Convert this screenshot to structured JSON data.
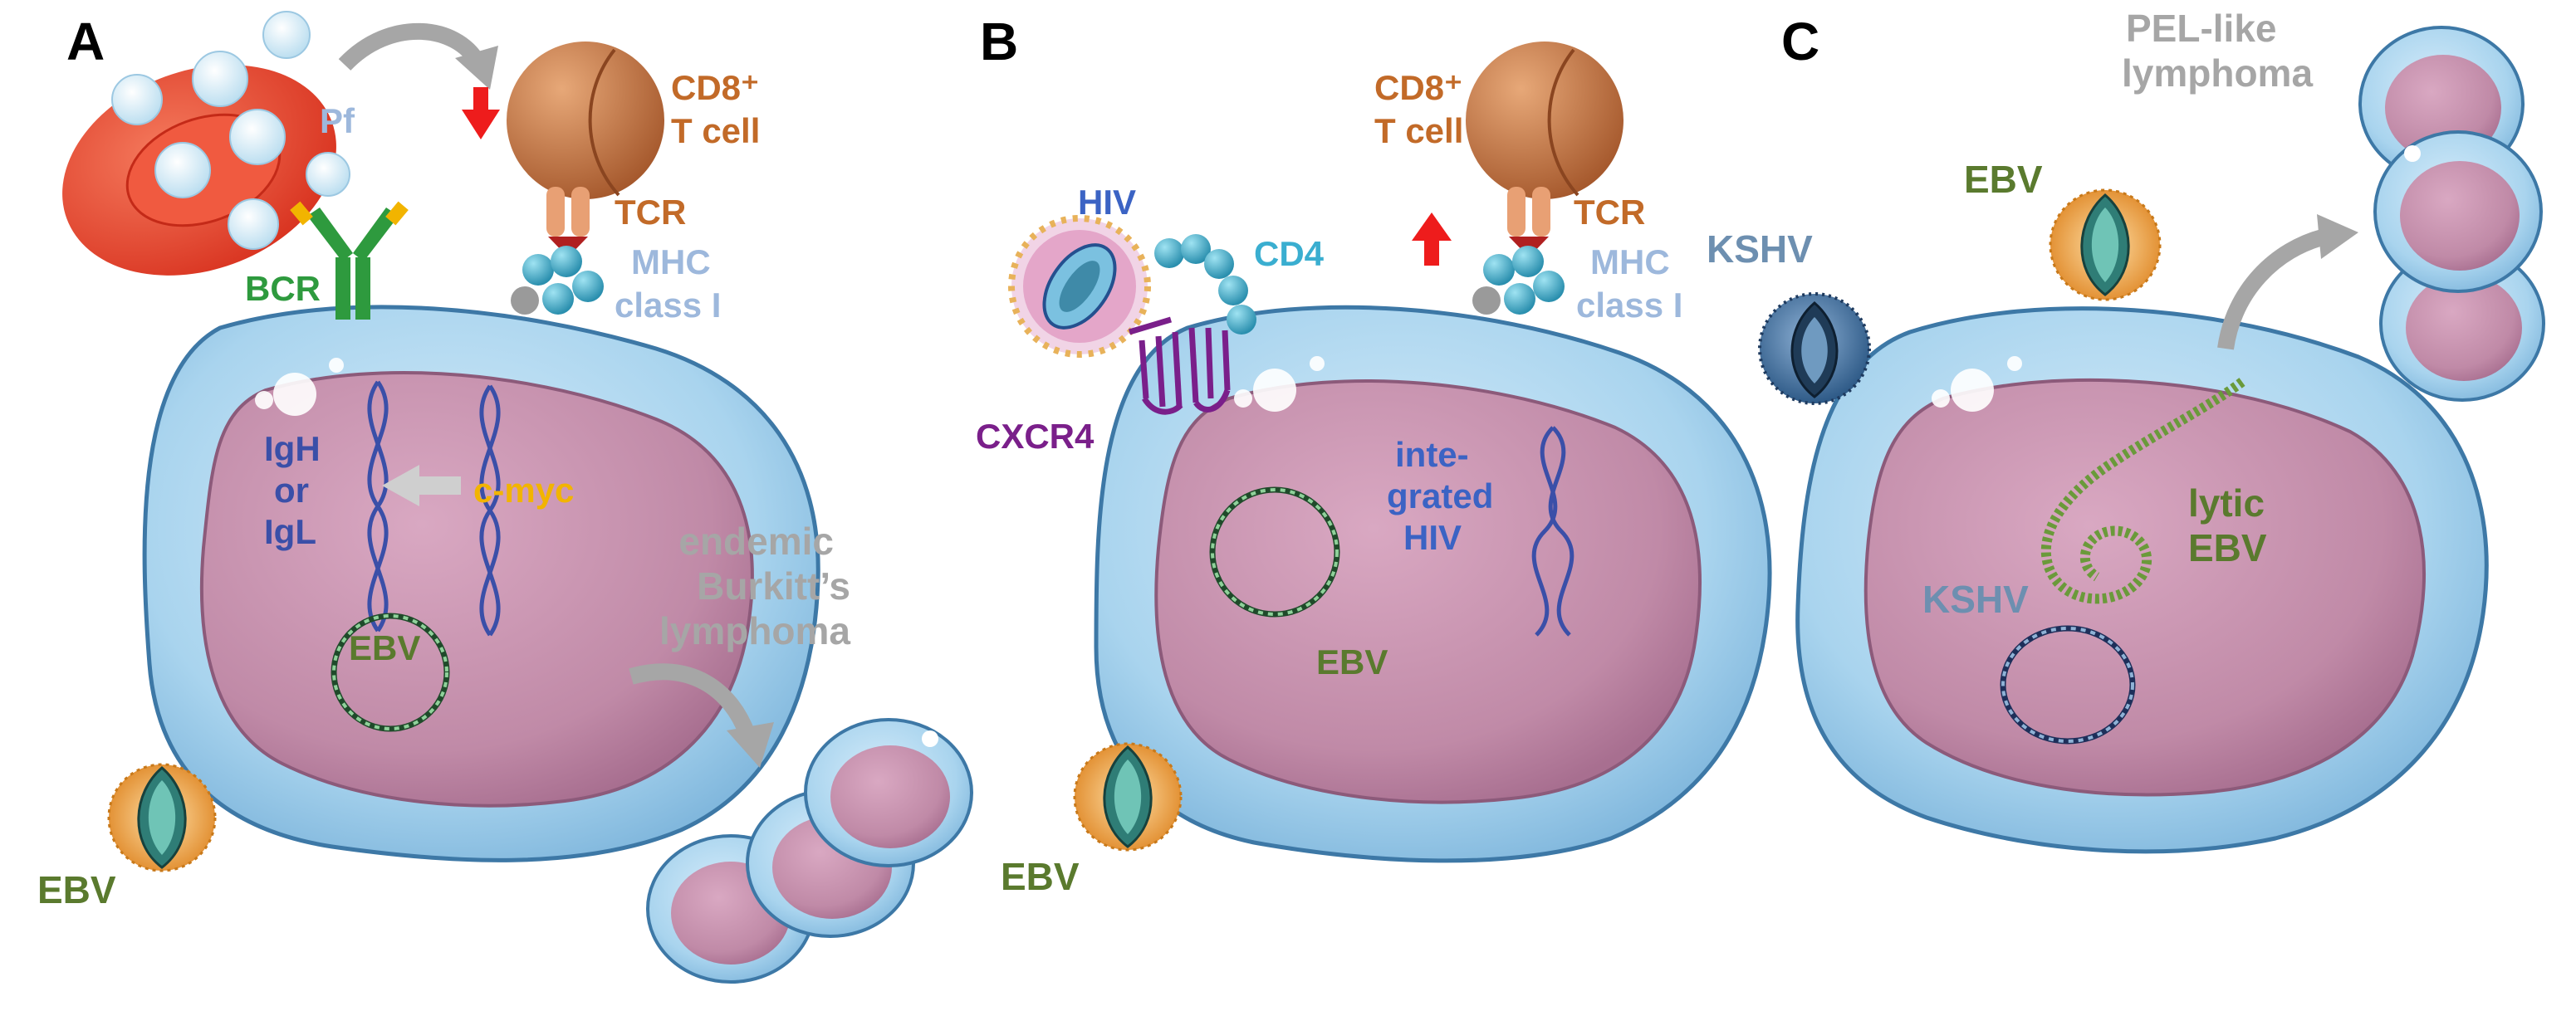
{
  "panels": {
    "a": {
      "label": "A",
      "pf": "Pf",
      "cd8_line1": "CD8⁺",
      "cd8_line2": "T cell",
      "tcr": "TCR",
      "mhc_line1": "MHC",
      "mhc_line2": "class I",
      "bcr": "BCR",
      "igh": "IgH",
      "or": "or",
      "igl": "IgL",
      "cmyc": "c-myc",
      "ebv_nucleus": "EBV",
      "ebv_virion": "EBV",
      "lymphoma_line1": "endemic",
      "lymphoma_line2": "Burkitt’s",
      "lymphoma_line3": "lymphoma"
    },
    "b": {
      "label": "B",
      "hiv": "HIV",
      "cd4": "CD4",
      "cxcr4": "CXCR4",
      "cd8_line1": "CD8⁺",
      "cd8_line2": "T cell",
      "tcr": "TCR",
      "mhc_line1": "MHC",
      "mhc_line2": "class I",
      "integrated_line1": "inte-",
      "integrated_line2": "grated",
      "integrated_line3": "HIV",
      "ebv_nucleus": "EBV",
      "ebv_virion": "EBV"
    },
    "c": {
      "label": "C",
      "lymphoma_line1": "PEL-like",
      "lymphoma_line2": "lymphoma",
      "ebv_virion": "EBV",
      "kshv_virion": "KSHV",
      "lytic_line1": "lytic",
      "lytic_line2": "EBV",
      "kshv_nucleus": "KSHV"
    }
  },
  "colors": {
    "cell_fill": "#a9d4ee",
    "cell_edge": "#3d78a6",
    "nucleus_fill": "#c990ad",
    "nucleus_edge": "#8c5a7a",
    "rbc_fill": "#e8412f",
    "tcell_fill": "#c47a4b",
    "ebv_text": "#5a7a2e",
    "cd8_text": "#c26a28",
    "mhc_text": "#9db8dc",
    "dna_blue": "#3a4fa8",
    "cmyc_text": "#f2b400",
    "bcr_green": "#2e9a3e",
    "hiv_text": "#3b63c4",
    "cxcr4_purple": "#7a1f8a",
    "cd4_teal": "#3aaed0",
    "kshv_text": "#6d8fb0",
    "grey_text": "#a6a6a6",
    "arrow_red": "#ee1c1c",
    "arrow_grey": "#a6a6a6"
  },
  "icons": [
    "red-blood-cell-icon",
    "t-cell-icon",
    "ebv-virion-icon",
    "hiv-virion-icon",
    "kshv-virion-icon",
    "dna-helix-icon",
    "episome-icon",
    "bcr-antibody-icon",
    "cxcr4-receptor-icon"
  ]
}
